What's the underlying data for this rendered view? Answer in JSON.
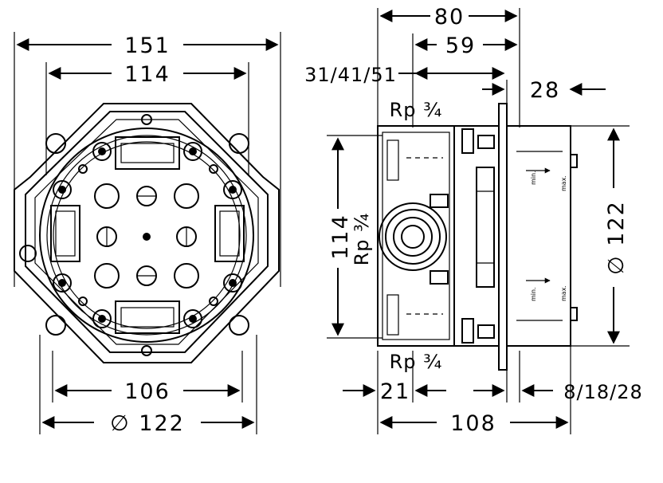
{
  "front_view": {
    "dim_width_outer": "151",
    "dim_width_inner": "114",
    "dim_bottom_inner": "106",
    "dim_diameter": "∅  122"
  },
  "side_view": {
    "dim_depth_total": "80",
    "dim_depth_mid": "59",
    "dim_depth_options": "31/41/51",
    "dim_plate": "28",
    "dim_height": "114",
    "thread_top": "Rp ¾",
    "thread_left": "Rp ¾",
    "thread_bottom": "Rp ¾",
    "dim_diameter": "∅  122",
    "dim_bottom_left": "21",
    "dim_bottom_right": "8/18/28",
    "dim_bottom_total": "108",
    "label_min": "min.",
    "label_max": "max."
  }
}
